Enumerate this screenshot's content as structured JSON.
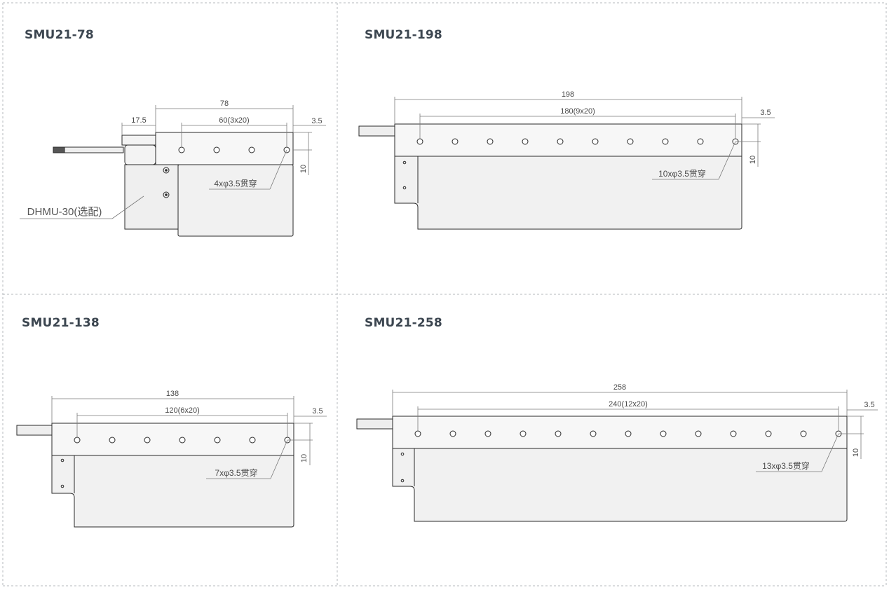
{
  "panels": [
    {
      "title": "SMU21-78",
      "overall": "78",
      "pitch": "60(3x20)",
      "cable_offset": "17.5",
      "edge_offset": "3.5",
      "height": "10",
      "hole_note": "4xφ3.5贯穿",
      "option_label": "DHMU-30(选配)"
    },
    {
      "title": "SMU21-198",
      "overall": "198",
      "pitch": "180(9x20)",
      "edge_offset": "3.5",
      "height": "10",
      "hole_note": "10xφ3.5贯穿"
    },
    {
      "title": "SMU21-138",
      "overall": "138",
      "pitch": "120(6x20)",
      "edge_offset": "3.5",
      "height": "10",
      "hole_note": "7xφ3.5贯穿"
    },
    {
      "title": "SMU21-258",
      "overall": "258",
      "pitch": "240(12x20)",
      "edge_offset": "3.5",
      "height": "10",
      "hole_note": "13xφ3.5贯穿"
    }
  ],
  "colors": {
    "divider": "#b4b8bc",
    "outline": "#2a2a2a",
    "body_fill": "#f1f1f1",
    "top_fill": "#f7f7f7",
    "dim_line": "#7a7a7a",
    "title": "#3c4650"
  }
}
